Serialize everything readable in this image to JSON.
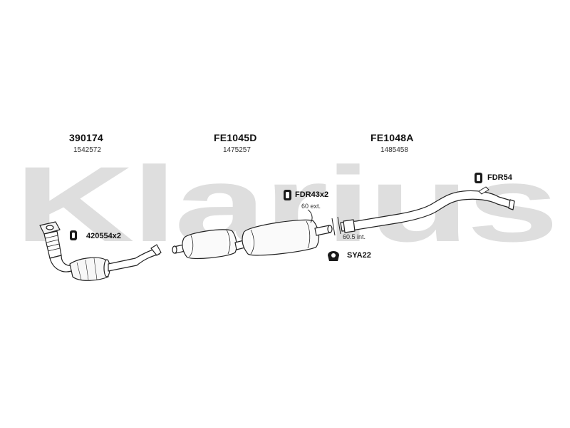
{
  "watermark": {
    "text": "Klarius",
    "color": "#dcdcdc"
  },
  "parts": [
    {
      "code": "390174",
      "oe": "1542572"
    },
    {
      "code": "FE1045D",
      "oe": "1475257"
    },
    {
      "code": "FE1048A",
      "oe": "1485458"
    }
  ],
  "accessories": {
    "rubber_420554": "420554x2",
    "rubber_fdr43": "FDR43x2",
    "clamp_sya22": "SYA22",
    "rubber_fdr54": "FDR54"
  },
  "notes": {
    "ext": "60 ext.",
    "int": "60.5 int."
  },
  "colors": {
    "line": "#222222",
    "pipe_fill": "#ffffff",
    "icon_fill": "#1a1a1a"
  }
}
